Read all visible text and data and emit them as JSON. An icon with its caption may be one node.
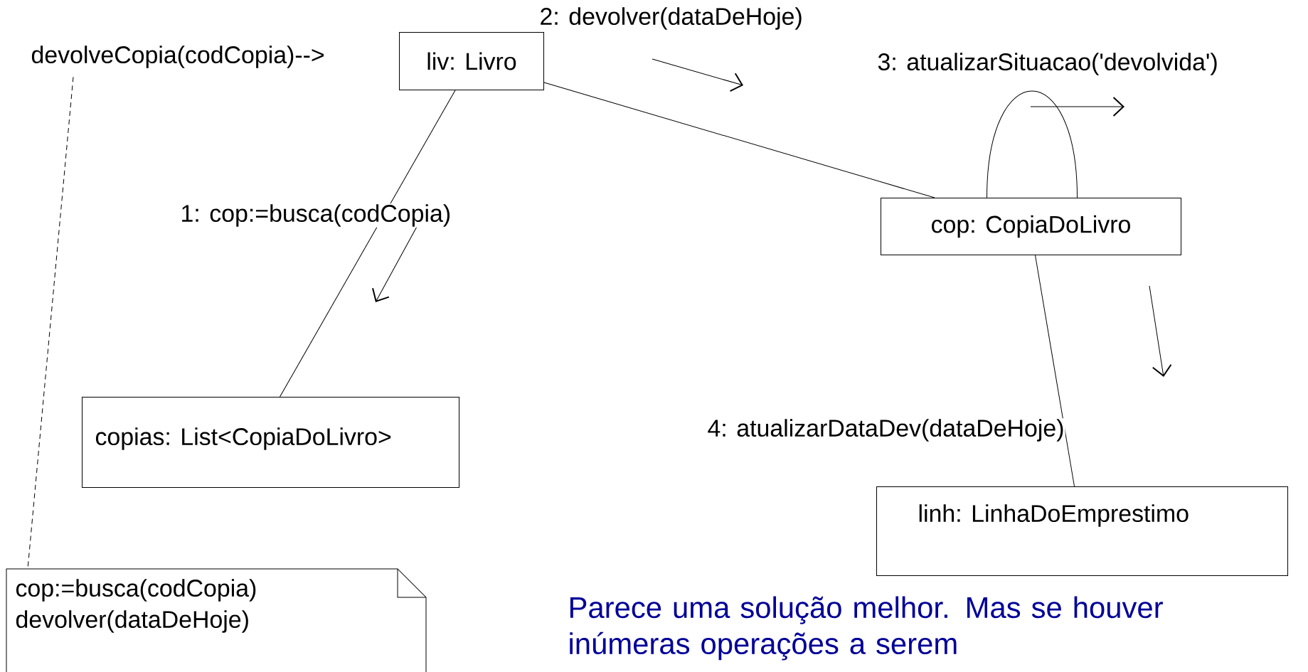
{
  "diagram": {
    "nodes": [
      {
        "text": [
          "devolveCopia(codCopia)-->"
        ]
      },
      {
        "text": [
          "liv: Livro"
        ]
      },
      {
        "text": [
          "cop: CopiaDoLivro"
        ]
      },
      {
        "text": [
          "copias: List<CopiaDoLivro>"
        ]
      },
      {
        "text": [
          "linh: LinhaDoEmprestimo"
        ]
      },
      {
        "text": [
          "cop:=busca(codCopia)",
          "devolver(dataDeHoje)"
        ]
      }
    ],
    "edges": [
      {
        "from": 0,
        "to": 5,
        "arrow": "none",
        "style": "dashed"
      },
      {
        "from": 1,
        "to": 3,
        "arrow": "none",
        "label": "1: cop:=busca(codCopia)"
      },
      {
        "from": 1,
        "to": 2,
        "arrow": "none",
        "label": "2: devolver(dataDeHoje)"
      },
      {
        "from": 2,
        "to": 2,
        "arrow": "none",
        "label": "3: atualizarSituacao('devolvida')"
      },
      {
        "from": 2,
        "to": 4,
        "arrow": "none",
        "label": "4: atualizarDataDev(dataDeHoje)"
      }
    ],
    "labels": [
      "Parece uma solução melhor. Mas se houver inúmeras operações a serem"
    ]
  }
}
